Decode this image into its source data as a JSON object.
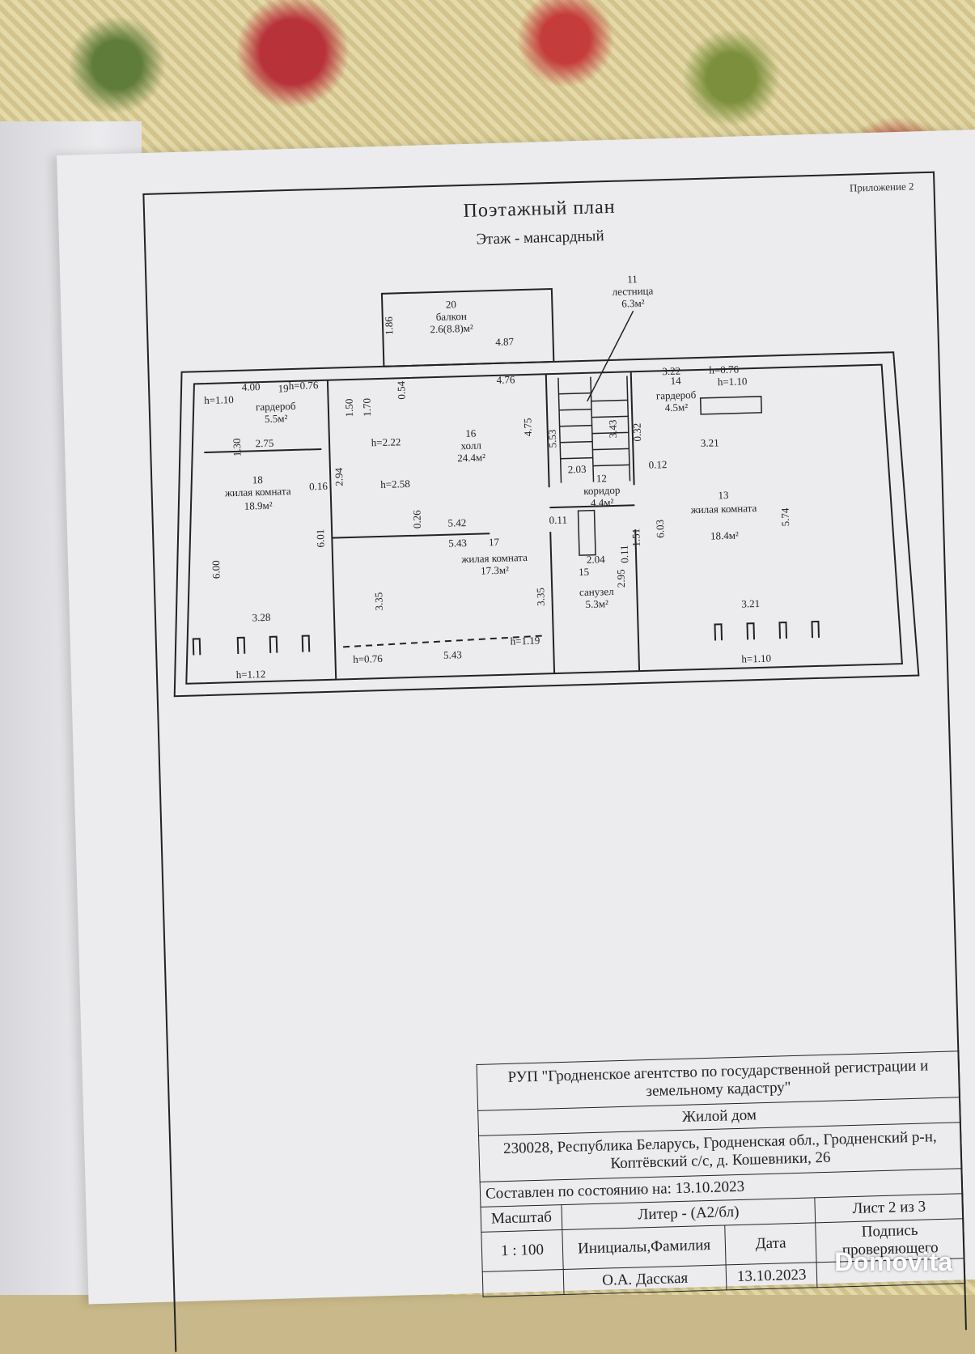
{
  "document": {
    "appendix": "Приложение 2",
    "title": "Поэтажный план",
    "subtitle": "Этаж - мансардный"
  },
  "rooms": [
    {
      "number": "20",
      "name": "балкон",
      "area": "2.6(8.8)м²"
    },
    {
      "number": "11",
      "name": "лестница",
      "area": "6.3м²"
    },
    {
      "number": "19",
      "name": "гардероб",
      "area": "5.5м²"
    },
    {
      "number": "16",
      "name": "холл",
      "area": "24.4м²"
    },
    {
      "number": "14",
      "name": "гардероб",
      "area": "4.5м²"
    },
    {
      "number": "18",
      "name": "жилая комната",
      "area": "18.9м²"
    },
    {
      "number": "12",
      "name": "коридор",
      "area": "4.4м²"
    },
    {
      "number": "13",
      "name": "жилая комната",
      "area": "18.4м²"
    },
    {
      "number": "17",
      "name": "жилая комната",
      "area": "17.3м²"
    },
    {
      "number": "15",
      "name": "санузел",
      "area": "5.3м²"
    }
  ],
  "dimensions": {
    "balcony_w": "4.87",
    "balcony_d": "1.86",
    "hall_w": "4.76",
    "wardrobe19_w": "4.00",
    "wardrobe19_h": "h=0.76",
    "wardrobe19_h2": "h=1.10",
    "d150": "1.50",
    "d170": "1.70",
    "d054": "0.54",
    "d130": "1.30",
    "d275": "2.75",
    "h222": "h=2.22",
    "h258": "h=2.58",
    "d016": "0.16",
    "d294": "2.94",
    "d475": "4.75",
    "d553": "5.53",
    "d343": "3.43",
    "d203": "2.03",
    "d032": "0.32",
    "d012": "0.12",
    "wardrobe14_w": "3.22",
    "wardrobe14_h": "h=0.76",
    "wardrobe14_h2": "h=1.10",
    "d321a": "3.21",
    "d574": "5.74",
    "d603": "6.03",
    "d151": "1.51",
    "d011": "0.11",
    "d542": "5.42",
    "d543a": "5.43",
    "d026": "0.26",
    "d601": "6.01",
    "d600": "6.00",
    "d328": "3.28",
    "d335a": "3.35",
    "d335b": "3.35",
    "d204": "2.04",
    "d295": "2.95",
    "d321b": "3.21",
    "h112": "h=1.12",
    "h076": "h=0.76",
    "d543b": "5.43",
    "h119": "h=1.19",
    "h110": "h=1.10",
    "d011b": "0.11"
  },
  "stamp": {
    "org": "РУП \"Гродненское агентство по государственной регистрации  и земельному кадастру\"",
    "object": "Жилой дом",
    "address": "230028, Республика Беларусь, Гродненская обл., Гродненский р-н, Коптёвский с/с, д. Кошевники, 26",
    "state": "Составлен по состоянию на: 13.10.2023",
    "scale_label": "Масштаб",
    "liter": "Литер - (А2/бл)",
    "sheet": "Лист  2  из  3",
    "scale": "1 : 100",
    "initials": "Инициалы,Фамилия",
    "date_label": "Дата",
    "sign_label": "Подпись проверяющего",
    "person": "О.А. Дасская",
    "date": "13.10.2023"
  },
  "watermark": "Domovita"
}
